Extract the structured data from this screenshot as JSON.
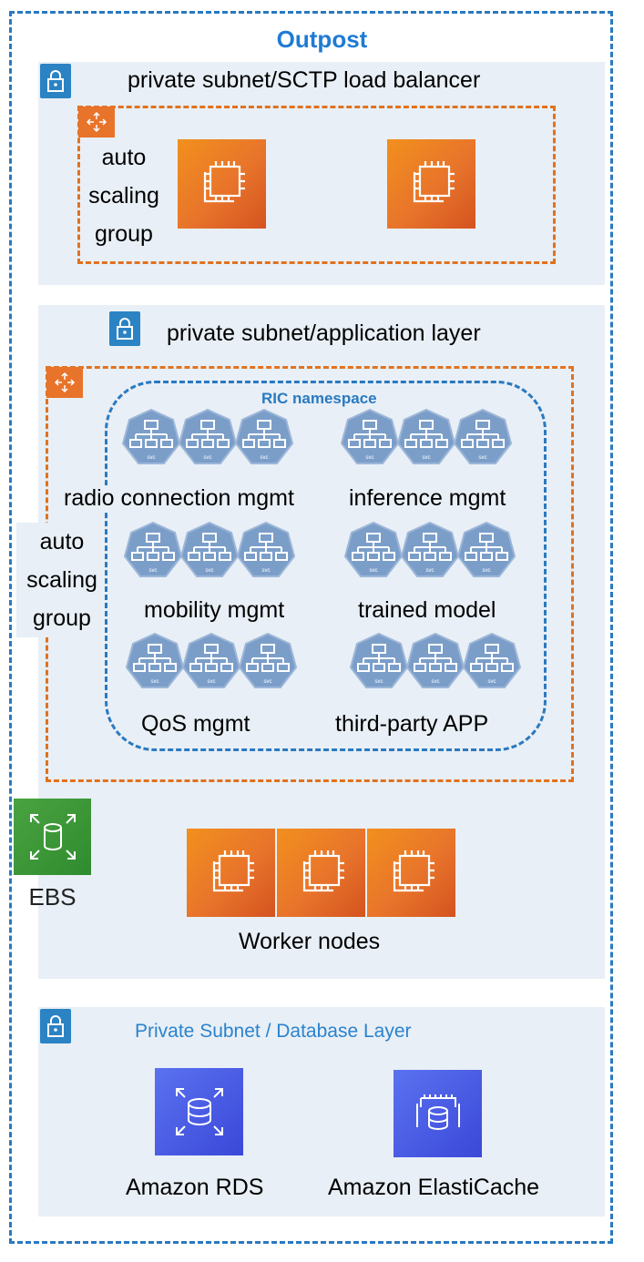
{
  "outpost": {
    "title": "Outpost"
  },
  "lb_subnet": {
    "label": "private subnet/SCTP load balancer",
    "asg_label": [
      "auto",
      "scaling",
      "group"
    ]
  },
  "app_subnet": {
    "label": "private subnet/application layer",
    "asg_label": [
      "auto",
      "scaling",
      "group"
    ],
    "namespace": {
      "title": "RIC namespace",
      "groups": [
        {
          "label": "radio connection mgmt"
        },
        {
          "label": "inference mgmt"
        },
        {
          "label": "mobility mgmt"
        },
        {
          "label": "trained model"
        },
        {
          "label": "QoS mgmt"
        },
        {
          "label": "third-party APP"
        }
      ],
      "svc_text": "svc"
    },
    "ebs_label": "EBS",
    "worker_label": "Worker nodes"
  },
  "db_subnet": {
    "label": "Private Subnet / Database Layer",
    "rds_label": "Amazon RDS",
    "cache_label": "Amazon ElastiCache"
  },
  "colors": {
    "outpost_border": "#2a79c0",
    "subnet_bg": "#e8eff6",
    "asg_border": "#e07220",
    "ec2": "#e8742b",
    "svc": "#7b9ec9",
    "ebs": "#3a9a36",
    "db": "#3f4fe0"
  },
  "icons": {
    "lock": "lock-icon",
    "asg": "auto-scaling-icon",
    "ec2": "ec2-instance-icon",
    "svc": "kubernetes-svc-icon",
    "ebs": "ebs-volume-icon",
    "rds": "rds-database-icon",
    "cache": "elasticache-icon"
  }
}
